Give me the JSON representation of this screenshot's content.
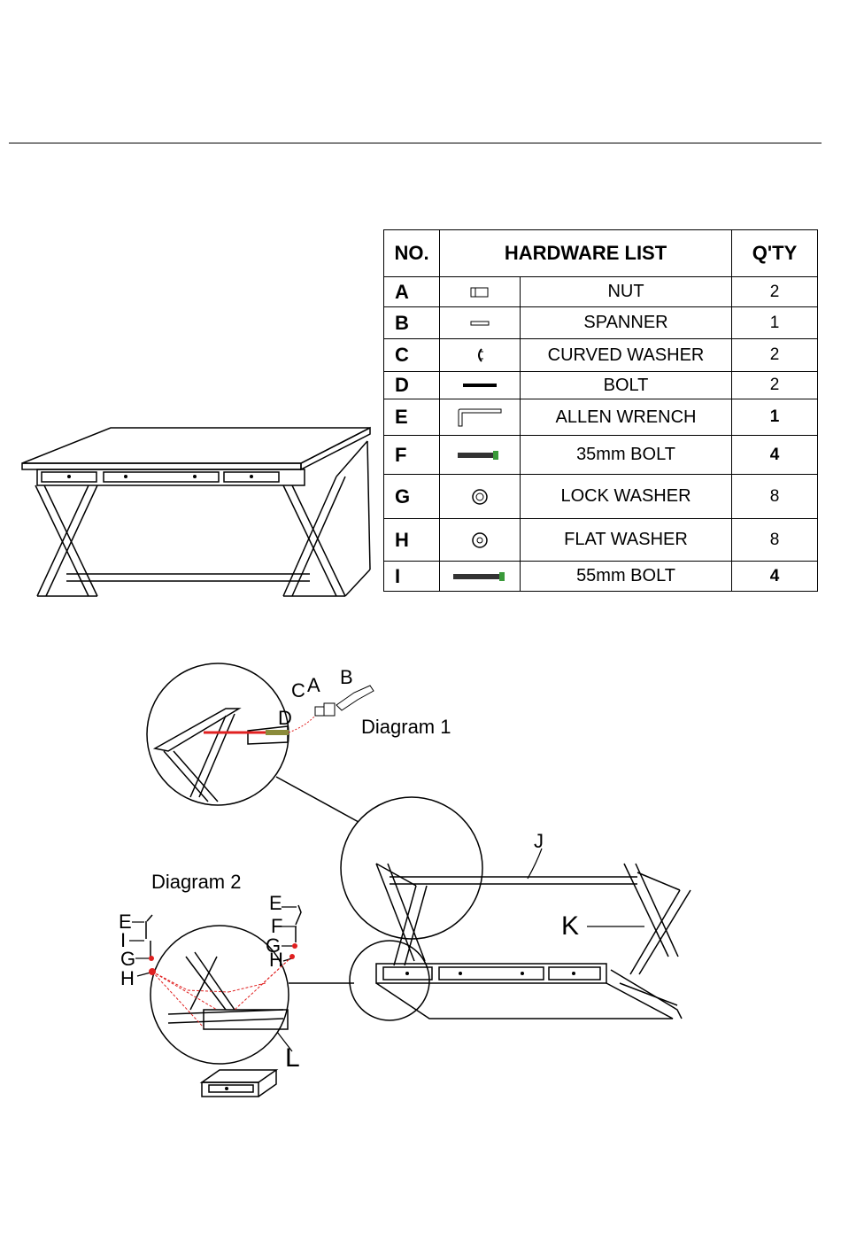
{
  "table": {
    "headers": {
      "no": "NO.",
      "list": "HARDWARE LIST",
      "qty": "Q'TY"
    },
    "rows": [
      {
        "no": "A",
        "name": "NUT",
        "qty": "2",
        "icon": "nut-icon"
      },
      {
        "no": "B",
        "name": "SPANNER",
        "qty": "1",
        "icon": "spanner-icon"
      },
      {
        "no": "C",
        "name": "CURVED WASHER",
        "qty": "2",
        "icon": "curved-washer-icon"
      },
      {
        "no": "D",
        "name": "BOLT",
        "qty": "2",
        "icon": "bolt-icon"
      },
      {
        "no": "E",
        "name": "ALLEN WRENCH",
        "qty": "1",
        "icon": "allen-wrench-icon"
      },
      {
        "no": "F",
        "name": "35mm BOLT",
        "qty": "4",
        "icon": "35mm-bolt-icon"
      },
      {
        "no": "G",
        "name": "LOCK WASHER",
        "qty": "8",
        "icon": "lock-washer-icon"
      },
      {
        "no": "H",
        "name": "FLAT WASHER",
        "qty": "8",
        "icon": "flat-washer-icon"
      },
      {
        "no": "I",
        "name": "55mm BOLT",
        "qty": "4",
        "icon": "55mm-bolt-icon"
      }
    ]
  },
  "diagrams": {
    "diagram1": {
      "title": "Diagram 1",
      "labels": [
        "A",
        "B",
        "C",
        "D"
      ]
    },
    "diagram2": {
      "title": "Diagram 2",
      "labels_left": [
        "E",
        "I",
        "G",
        "H"
      ],
      "labels_right": [
        "E",
        "F",
        "G",
        "H"
      ],
      "label_L": "L"
    },
    "main": {
      "label_J": "J",
      "label_K": "K"
    }
  },
  "colors": {
    "line": "#000000",
    "accent_red": "#e02020",
    "bolt_green": "#3a9a3a"
  }
}
